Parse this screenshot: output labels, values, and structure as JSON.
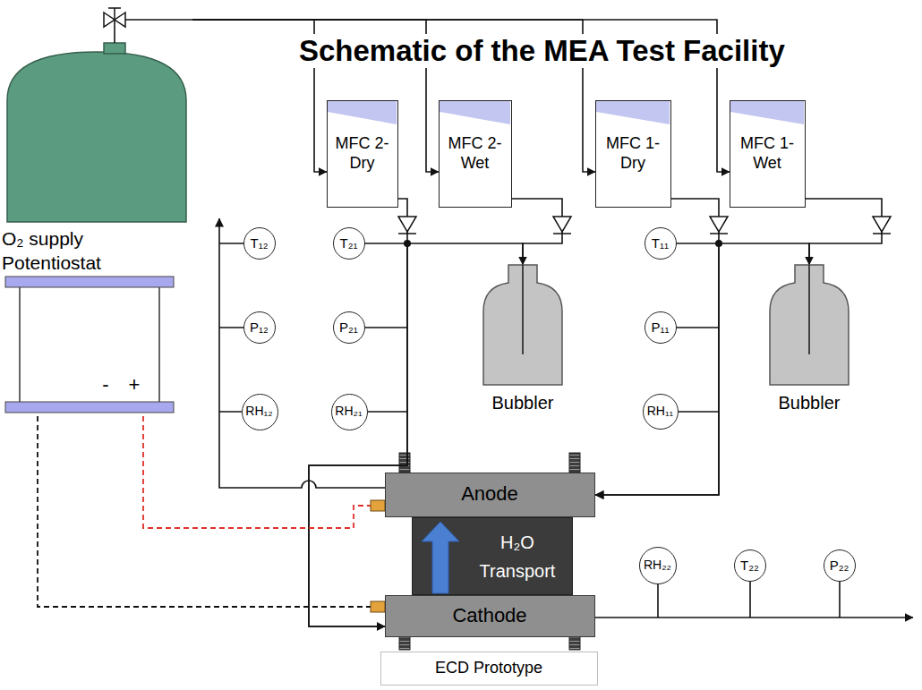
{
  "diagram": {
    "title": "Schematic of the MEA Test Facility",
    "nodes": [
      {
        "text": [
          "O₂ supply"
        ]
      },
      {
        "text": [
          "MFC 2-Dry"
        ]
      },
      {
        "text": [
          "MFC 2-Wet"
        ]
      },
      {
        "text": [
          "MFC 1-Dry"
        ]
      },
      {
        "text": [
          "MFC 1-Wet"
        ]
      },
      {
        "text": [
          "Potentiostat",
          "-",
          "+"
        ]
      },
      {
        "text": [
          "T₁₂"
        ]
      },
      {
        "text": [
          "T₂₁"
        ]
      },
      {
        "text": [
          "T₁₁"
        ]
      },
      {
        "text": [
          "P₁₂"
        ]
      },
      {
        "text": [
          "P₂₁"
        ]
      },
      {
        "text": [
          "P₁₁"
        ]
      },
      {
        "text": [
          "RH₁₂"
        ]
      },
      {
        "text": [
          "RH₂₁"
        ]
      },
      {
        "text": [
          "RH₁₁"
        ]
      },
      {
        "text": [
          "Bubbler"
        ]
      },
      {
        "text": [
          "Bubbler"
        ]
      },
      {
        "text": [
          "Anode"
        ]
      },
      {
        "text": [
          "H₂O Transport"
        ]
      },
      {
        "text": [
          "RH₂₂"
        ]
      },
      {
        "text": [
          "T₂₂"
        ]
      },
      {
        "text": [
          "P₂₂"
        ]
      },
      {
        "text": [
          "Cathode"
        ]
      },
      {
        "text": [
          "ECD Prototype"
        ]
      }
    ],
    "edges": [
      {
        "from": 0,
        "to": 1,
        "arrow": "to"
      },
      {
        "from": 0,
        "to": 2,
        "arrow": "to"
      },
      {
        "from": 0,
        "to": 3,
        "arrow": "to"
      },
      {
        "from": 0,
        "to": 4,
        "arrow": "to"
      },
      {
        "from": 1,
        "to": 22,
        "arrow": "to"
      },
      {
        "from": 2,
        "to": 15,
        "arrow": "to"
      },
      {
        "from": 15,
        "to": 22,
        "arrow": "to"
      },
      {
        "from": 3,
        "to": 17,
        "arrow": "to"
      },
      {
        "from": 4,
        "to": 16,
        "arrow": "to"
      },
      {
        "from": 16,
        "to": 17,
        "arrow": "to"
      },
      {
        "from": 5,
        "to": 17,
        "arrow": "none"
      },
      {
        "from": 5,
        "to": 22,
        "arrow": "none"
      }
    ]
  }
}
